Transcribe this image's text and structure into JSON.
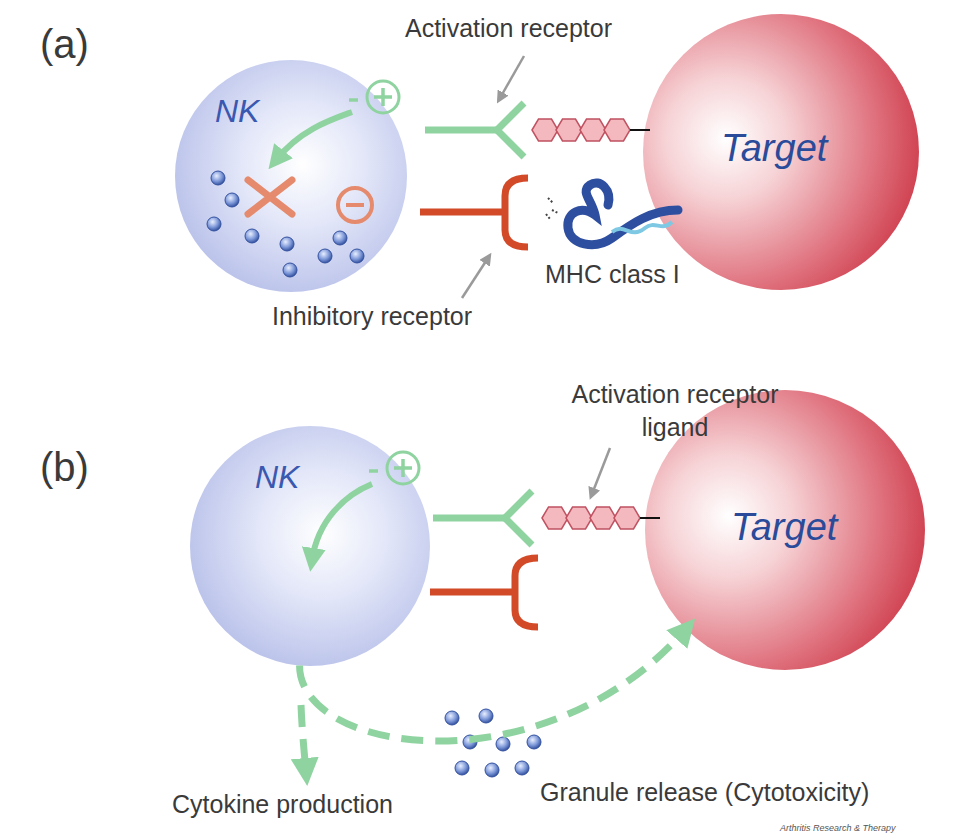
{
  "diagram": {
    "nodes": [
      {
        "text": [
          "NK"
        ]
      },
      {
        "text": [
          "Target"
        ]
      },
      {
        "text": [
          "NK"
        ]
      },
      {
        "text": [
          "Target"
        ]
      }
    ],
    "edges": [
      {
        "from": 2,
        "to": 3,
        "arrow": "to",
        "label": "Granule release (Cytotoxicity)"
      }
    ],
    "labels": [
      "(a)",
      "Activation receptor",
      "MHC class I",
      "Inhibitory receptor",
      "(b)",
      "Activation receptor ligand",
      "Cytokine production",
      "Arthritis Research & Therapy"
    ]
  }
}
